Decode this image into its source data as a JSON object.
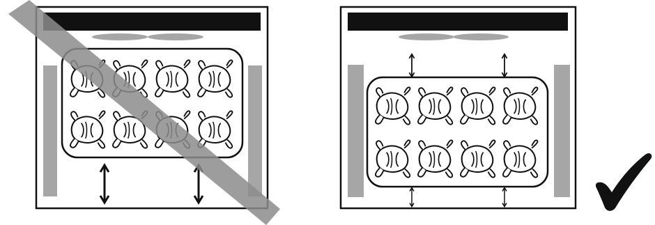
{
  "diagram": {
    "panels": [
      {
        "id": "incorrect",
        "status": "incorrect",
        "tray_placement": "high",
        "chickens_per_row": 4,
        "rows": 2
      },
      {
        "id": "correct",
        "status": "correct",
        "tray_placement": "centered",
        "chickens_per_row": 4,
        "rows": 2
      }
    ],
    "symbols": {
      "incorrect_mark": "diagonal-strike-through",
      "correct_mark": "check-mark-icon",
      "spacing_indicator": "double-headed-arrow-icon"
    },
    "colors": {
      "heating_element": "#111111",
      "side_wall": "#a6a6a6",
      "strike": "#8c8c8c",
      "outline": "#111111",
      "background": "#ffffff"
    }
  }
}
